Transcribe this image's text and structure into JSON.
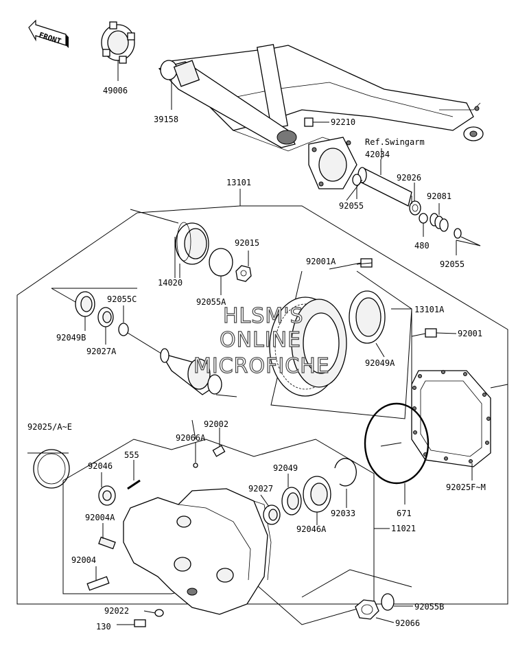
{
  "diagram": {
    "front_label": "FRONT",
    "ref_label": "Ref.Swingarm",
    "watermark": [
      "HLSM'S",
      "ONLINE",
      "MICROFICHE"
    ],
    "labels": {
      "p49006": "49006",
      "p39158": "39158",
      "p92210": "92210",
      "p42034": "42034",
      "p92026": "92026",
      "p92081": "92081",
      "p92055a": "92055",
      "p480": "480",
      "p92055b": "92055",
      "p13101": "13101",
      "p92015": "92015",
      "p14020": "14020",
      "p92055A": "92055A",
      "p92001A": "92001A",
      "p13101A": "13101A",
      "p92001": "92001",
      "p92049A": "92049A",
      "p92055C": "92055C",
      "p92049B": "92049B",
      "p92027A": "92027A",
      "p92025AE": "92025/A~E",
      "p92002": "92002",
      "p92066A": "92066A",
      "p555": "555",
      "p92046": "92046",
      "p92004A": "92004A",
      "p92004": "92004",
      "p92049": "92049",
      "p92027": "92027",
      "p92046A": "92046A",
      "p92033": "92033",
      "p671": "671",
      "p92025FM": "92025F~M",
      "p11021": "11021",
      "p92022": "92022",
      "p130": "130",
      "p92055B": "92055B",
      "p92066": "92066"
    }
  }
}
